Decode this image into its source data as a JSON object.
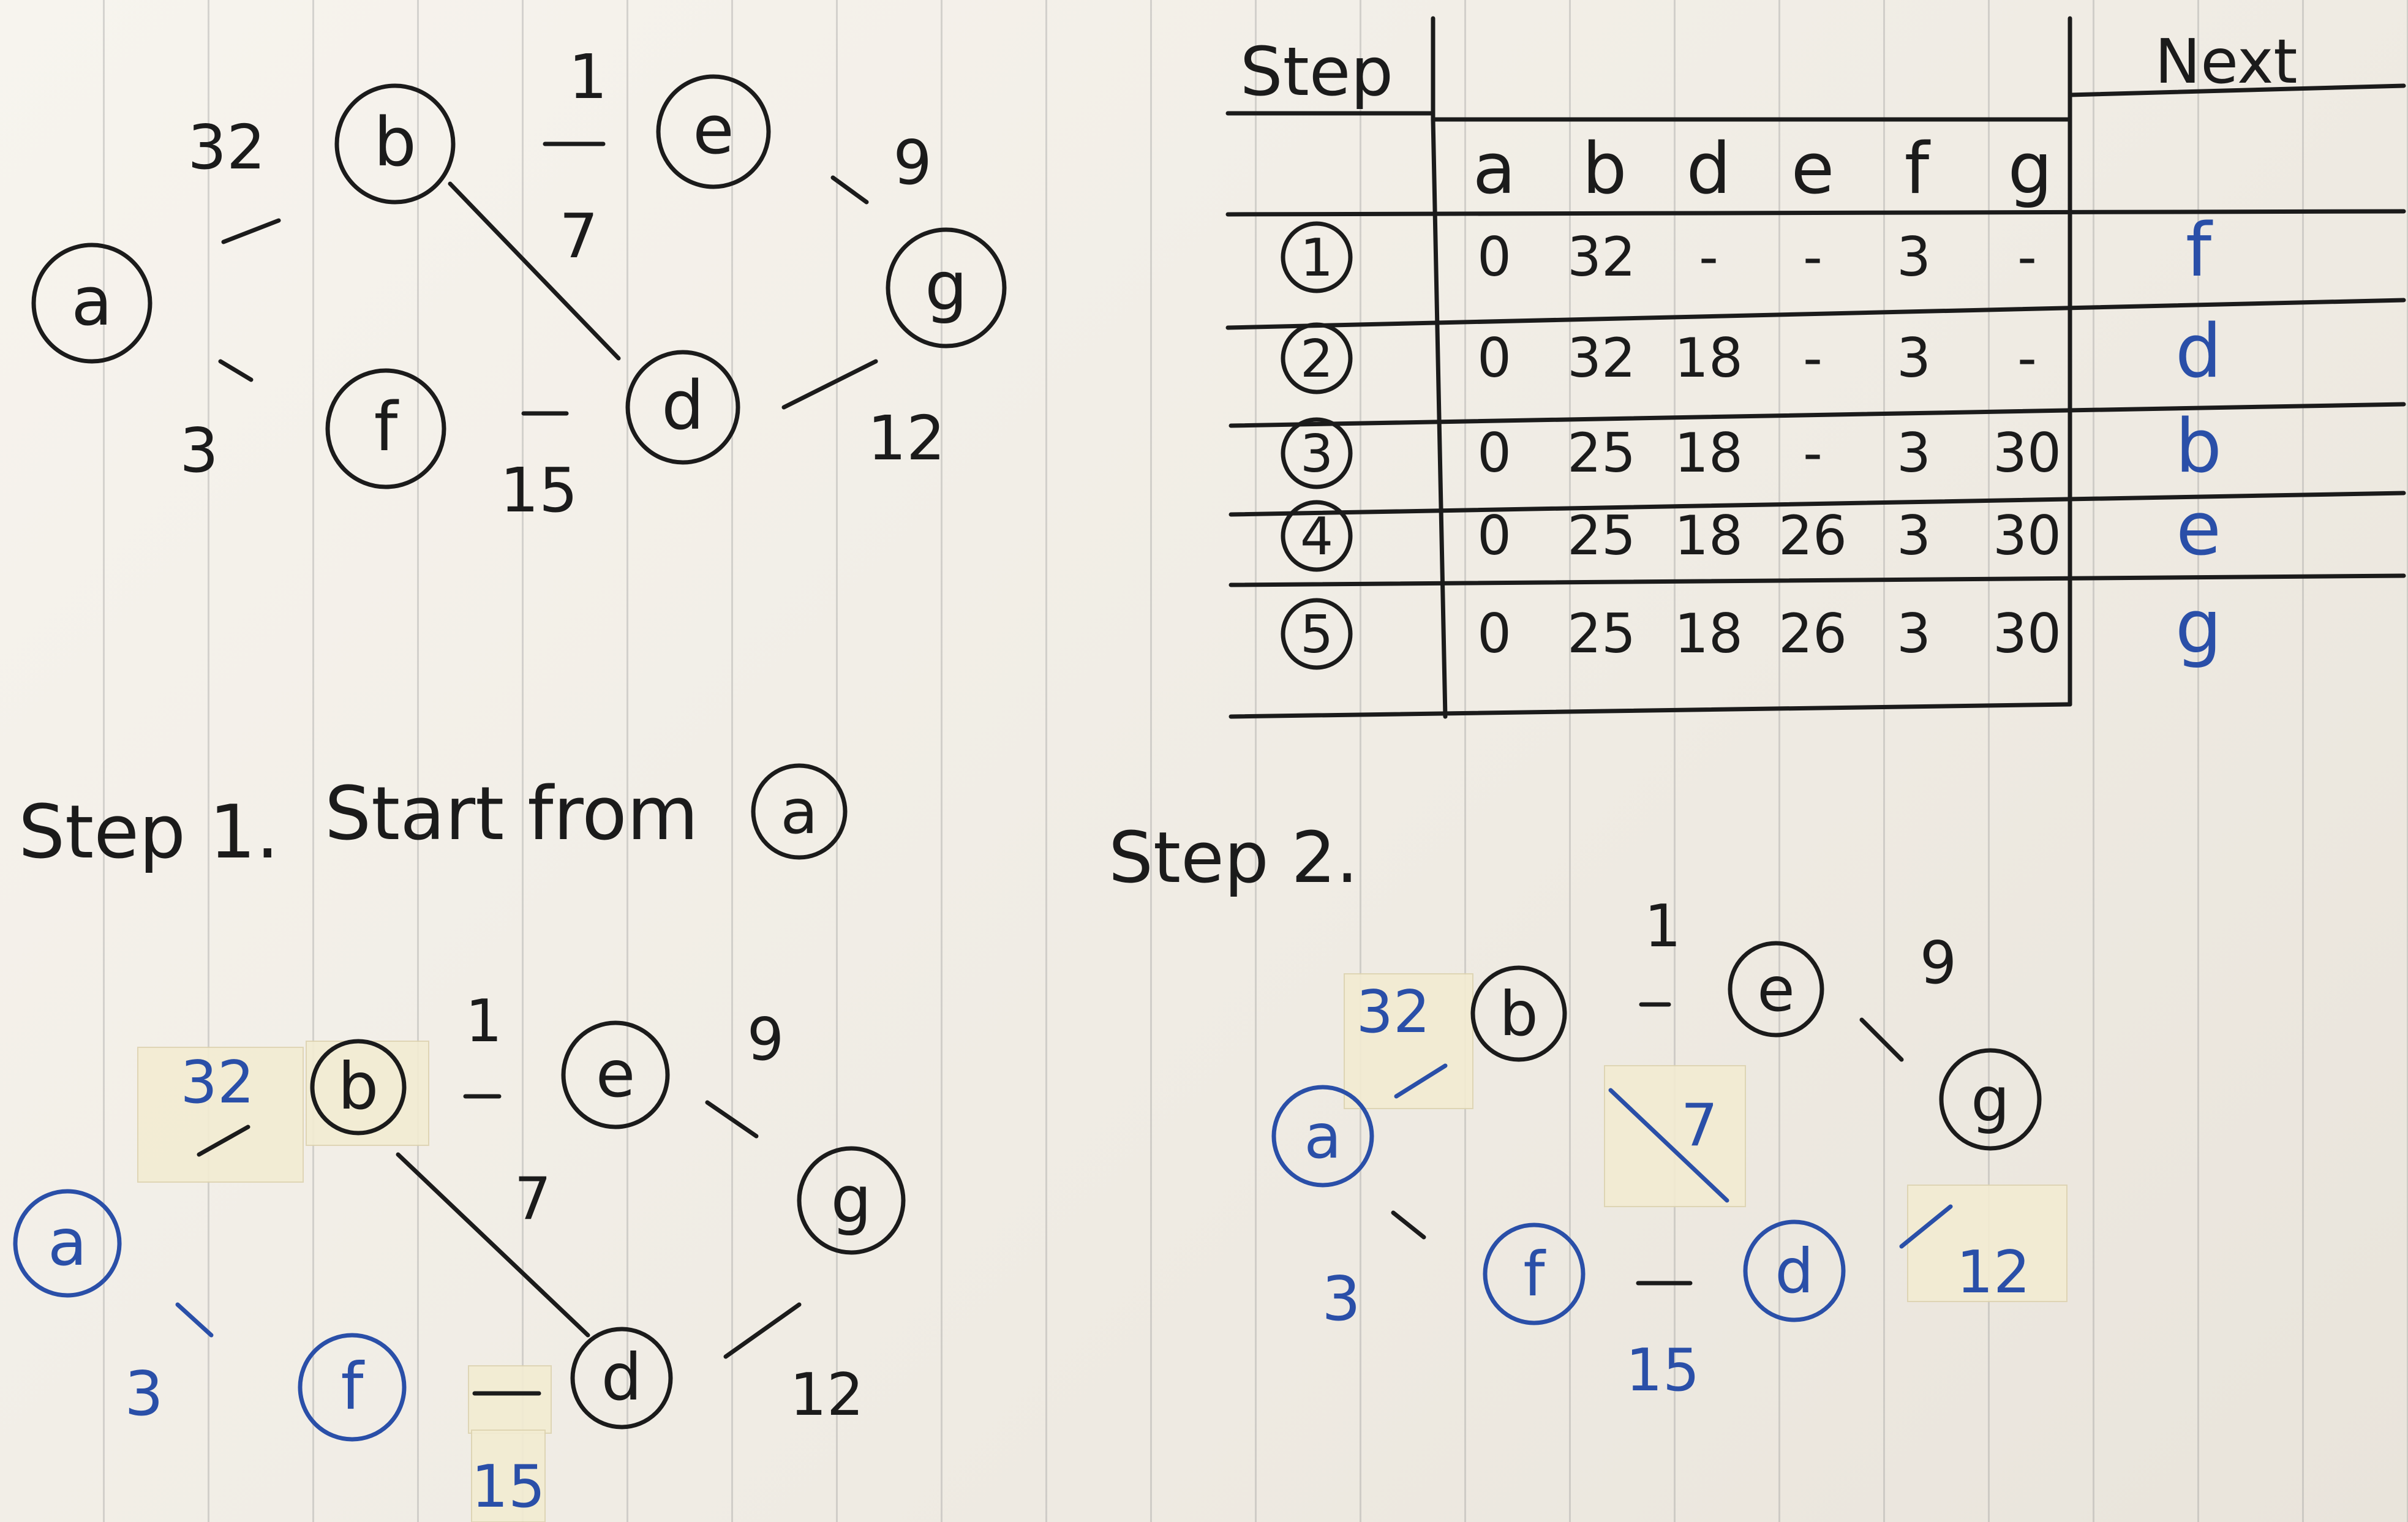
{
  "graph_top": {
    "nodes": [
      "a",
      "b",
      "e",
      "g",
      "f",
      "d"
    ],
    "weights": {
      "ab": "32",
      "ae_1": "1",
      "bd": "7",
      "af": "3",
      "fd": "15",
      "eg": "9",
      "dg": "12"
    }
  },
  "table": {
    "header_step": "Step",
    "header_next": "Next",
    "columns": [
      "a",
      "b",
      "d",
      "e",
      "f",
      "g"
    ],
    "rows": [
      {
        "step": "1",
        "values": [
          "0",
          "32",
          "-",
          "-",
          "3",
          "-"
        ],
        "next": "f"
      },
      {
        "step": "2",
        "values": [
          "0",
          "32",
          "18",
          "-",
          "3",
          "-"
        ],
        "next": "d"
      },
      {
        "step": "3",
        "values": [
          "0",
          "25",
          "18",
          "-",
          "3",
          "30"
        ],
        "next": "b"
      },
      {
        "step": "4",
        "values": [
          "0",
          "25",
          "18",
          "26",
          "3",
          "30"
        ],
        "next": "e"
      },
      {
        "step": "5",
        "values": [
          "0",
          "25",
          "18",
          "26",
          "3",
          "30"
        ],
        "next": "g"
      }
    ]
  },
  "step1": {
    "title": "Step 1.",
    "subtitle": "Start from",
    "subtitle_node": "a",
    "nodes": [
      "a",
      "b",
      "e",
      "g",
      "f",
      "d"
    ],
    "weights": {
      "ab": "32",
      "be": "1",
      "bd": "7",
      "af": "3",
      "fd": "15",
      "eg": "9",
      "dg": "12"
    }
  },
  "step2": {
    "title": "Step 2.",
    "nodes": [
      "a",
      "b",
      "e",
      "g",
      "f",
      "d"
    ],
    "weights": {
      "ab": "32",
      "be": "1",
      "bd": "7",
      "af": "3",
      "fd": "15",
      "eg": "9",
      "dg": "12"
    }
  },
  "colors": {
    "ink": "#1b1b1b",
    "blue": "#2a4fa8",
    "tape": "#f3ecd2"
  }
}
